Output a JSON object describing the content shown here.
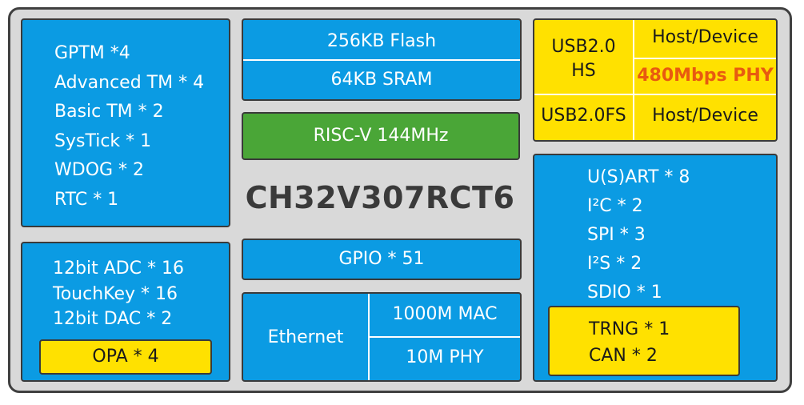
{
  "chip_name": "CH32V307RCT6",
  "timers": [
    "GPTM *4",
    "Advanced TM * 4",
    "Basic TM * 2",
    "SysTick  * 1",
    "WDOG * 2",
    "RTC * 1"
  ],
  "analog": [
    "12bit ADC * 16",
    "TouchKey * 16",
    "12bit  DAC * 2"
  ],
  "opa": "OPA * 4",
  "memory": {
    "flash": "256KB Flash",
    "sram": "64KB SRAM"
  },
  "core": "RISC-V  144MHz",
  "gpio": "GPIO * 51",
  "ethernet": {
    "label": "Ethernet",
    "mac": "1000M  MAC",
    "phy": "10M  PHY"
  },
  "usb": {
    "hs_line1": "USB2.0",
    "hs_line2": "HS",
    "hs_mode": "Host/Device",
    "hs_phy": "480Mbps PHY",
    "fs_label": "USB2.0FS",
    "fs_mode": "Host/Device"
  },
  "comms": [
    "U(S)ART * 8",
    "I²C * 2",
    "SPI * 3",
    "I²S * 2",
    "SDIO * 1"
  ],
  "security": [
    "TRNG * 1",
    "CAN * 2"
  ],
  "colors": {
    "blue": "#0b9be3",
    "green": "#4aa637",
    "yellow": "#ffe100",
    "phy_text": "#e85a10",
    "frame": "#d9d9d9"
  }
}
